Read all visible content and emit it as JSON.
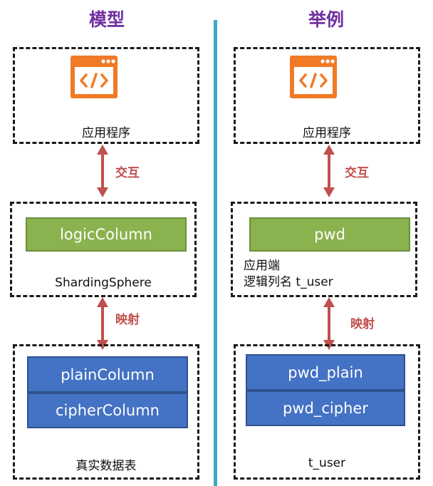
{
  "model": {
    "heading": "模型",
    "app_label": "应用程序",
    "interaction": "交互",
    "logic_column": "logicColumn",
    "middleware_label": "ShardingSphere",
    "mapping": "映射",
    "plain_column": "plainColumn",
    "cipher_column": "cipherColumn",
    "table_label": "真实数据表"
  },
  "example": {
    "heading": "举例",
    "app_label": "应用程序",
    "interaction": "交互",
    "logic_column": "pwd",
    "middleware_line1": "应用端",
    "middleware_line2": "逻辑列名 t_user",
    "mapping": "映射",
    "plain_column": "pwd_plain",
    "cipher_column": "pwd_cipher",
    "table_label": "t_user"
  },
  "colors": {
    "heading": "#7030a0",
    "divider": "#3ea7c9",
    "arrow": "#c0504d",
    "logic_fill": "#8ab24e",
    "column_fill": "#4472c4",
    "app_icon": "#f07a26"
  },
  "icons": [
    "code-window-icon"
  ]
}
